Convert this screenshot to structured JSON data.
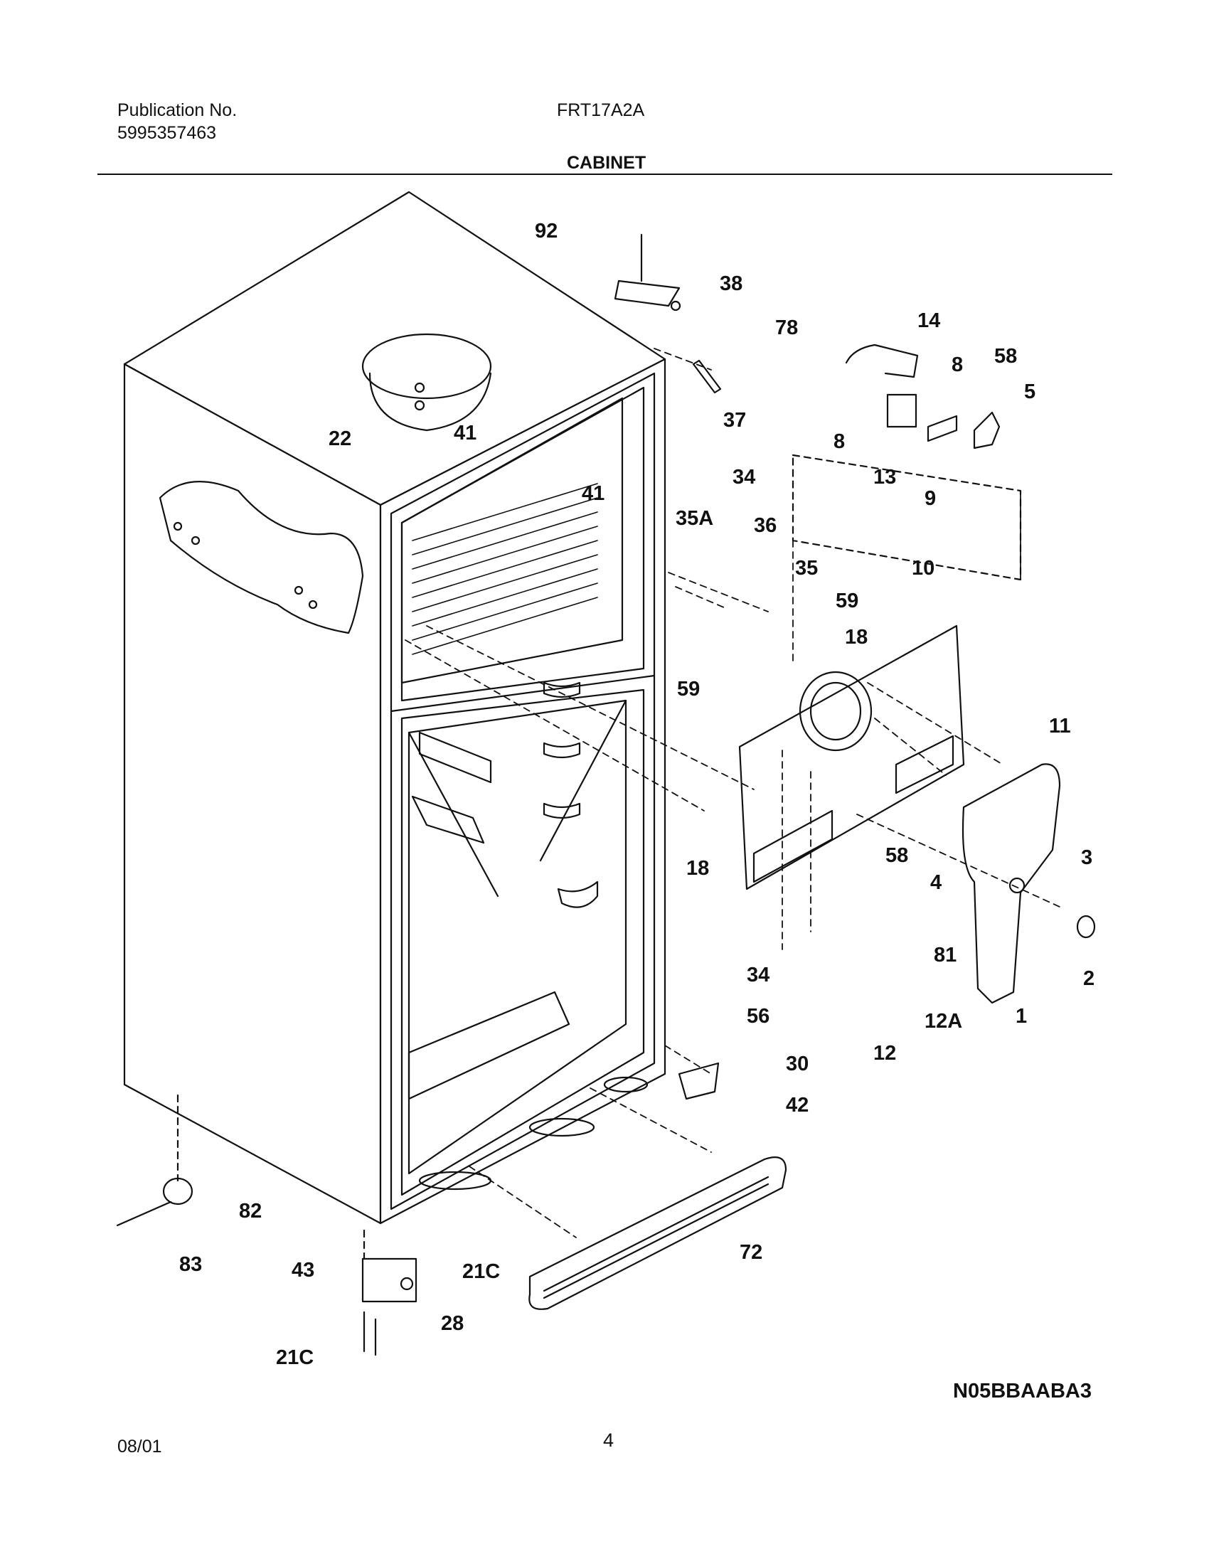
{
  "header": {
    "publication_label": "Publication No.",
    "publication_number": "5995357463",
    "model": "FRT17A2A",
    "section_title": "CABINET"
  },
  "diagram": {
    "part_labels": [
      "92",
      "38",
      "37",
      "78",
      "14",
      "8",
      "58",
      "5",
      "41",
      "22",
      "34",
      "41",
      "35A",
      "36",
      "35",
      "59",
      "10",
      "18",
      "59",
      "11",
      "58",
      "3",
      "4",
      "18",
      "81",
      "2",
      "34",
      "12A",
      "1",
      "56",
      "12",
      "30",
      "42",
      "82",
      "72",
      "83",
      "43",
      "21C",
      "28",
      "21C",
      "8",
      "13",
      "9"
    ]
  },
  "footer": {
    "diagram_code": "N05BBAABA3",
    "date": "08/01",
    "page_number": "4"
  }
}
